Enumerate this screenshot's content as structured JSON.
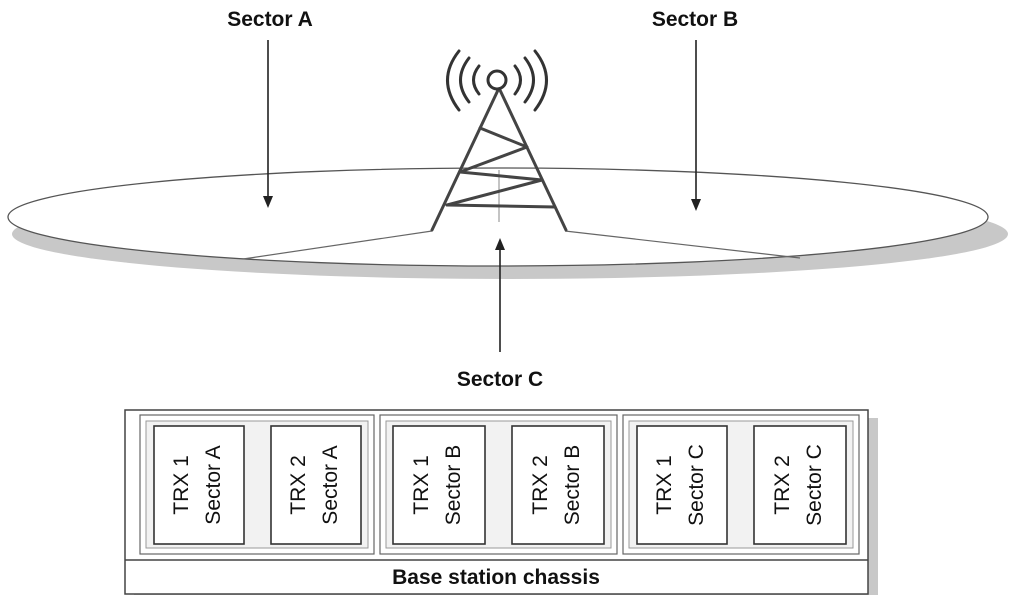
{
  "sectors": {
    "a": {
      "label": "Sector A"
    },
    "b": {
      "label": "Sector B"
    },
    "c": {
      "label": "Sector C"
    }
  },
  "chassis": {
    "label": "Base station chassis",
    "groups": [
      {
        "sector": "A",
        "cards": [
          {
            "trx": "TRX 1",
            "sector_label": "Sector A"
          },
          {
            "trx": "TRX 2",
            "sector_label": "Sector A"
          }
        ]
      },
      {
        "sector": "B",
        "cards": [
          {
            "trx": "TRX 1",
            "sector_label": "Sector B"
          },
          {
            "trx": "TRX 2",
            "sector_label": "Sector B"
          }
        ]
      },
      {
        "sector": "C",
        "cards": [
          {
            "trx": "TRX 1",
            "sector_label": "Sector C"
          },
          {
            "trx": "TRX 2",
            "sector_label": "Sector C"
          }
        ]
      }
    ]
  },
  "icons": {
    "tower": "antenna-tower-icon",
    "waves": "radio-waves-icon"
  },
  "colors": {
    "stroke": "#333333",
    "shadow": "#c8c8c8",
    "background": "#ffffff"
  }
}
